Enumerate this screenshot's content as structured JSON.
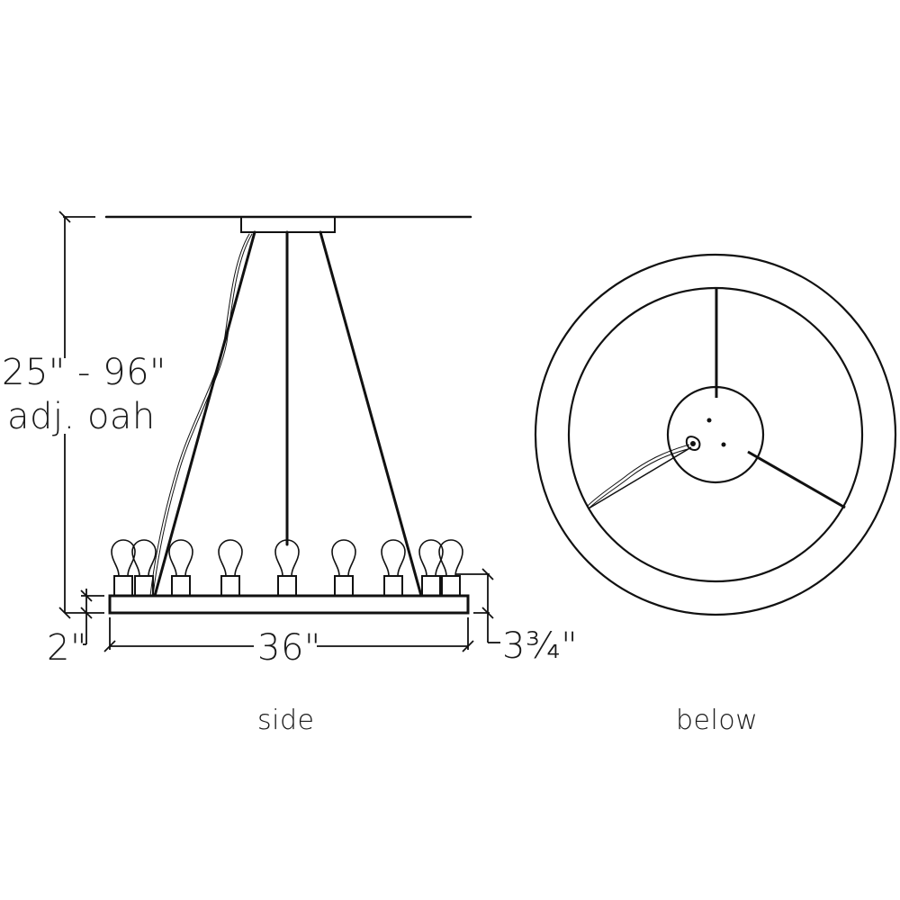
{
  "diagram": {
    "type": "technical-dimension-drawing",
    "subject": "ring chandelier with bulbs",
    "stroke_color": "#111111",
    "background": "#ffffff"
  },
  "side_view": {
    "label": "side",
    "dimensions": {
      "overall_height": "25\" - 96\"",
      "overall_height_note": "adj. oah",
      "ring_thickness": "2\"",
      "diameter": "36\"",
      "bulb_height": "3¾\""
    },
    "bulb_count_visible": 9
  },
  "below_view": {
    "label": "below",
    "support_rods": 3
  }
}
